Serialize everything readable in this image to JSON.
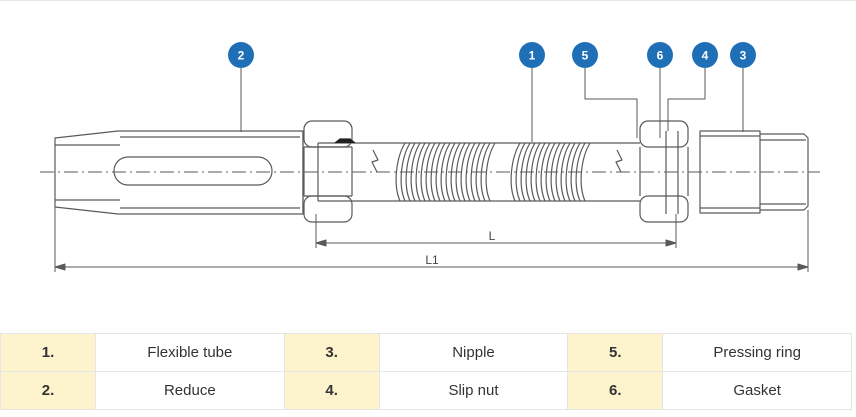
{
  "colors": {
    "badge": "#1f6fb7",
    "line": "#5a5a5a",
    "number_cell": "#fdf3cc"
  },
  "drawing": {
    "callouts": [
      {
        "id": "reduce",
        "number": "2"
      },
      {
        "id": "flexible-tube",
        "number": "1"
      },
      {
        "id": "pressing-ring",
        "number": "5"
      },
      {
        "id": "gasket",
        "number": "6"
      },
      {
        "id": "slip-nut",
        "number": "4"
      },
      {
        "id": "nipple",
        "number": "3"
      }
    ],
    "dimensions": {
      "L": "L",
      "L1": "L1"
    }
  },
  "parts_table": {
    "rows": [
      [
        {
          "number": "1.",
          "name": "Flexible tube"
        },
        {
          "number": "3.",
          "name": "Nipple"
        },
        {
          "number": "5.",
          "name": "Pressing ring"
        }
      ],
      [
        {
          "number": "2.",
          "name": "Reduce"
        },
        {
          "number": "4.",
          "name": "Slip nut"
        },
        {
          "number": "6.",
          "name": "Gasket"
        }
      ]
    ]
  }
}
